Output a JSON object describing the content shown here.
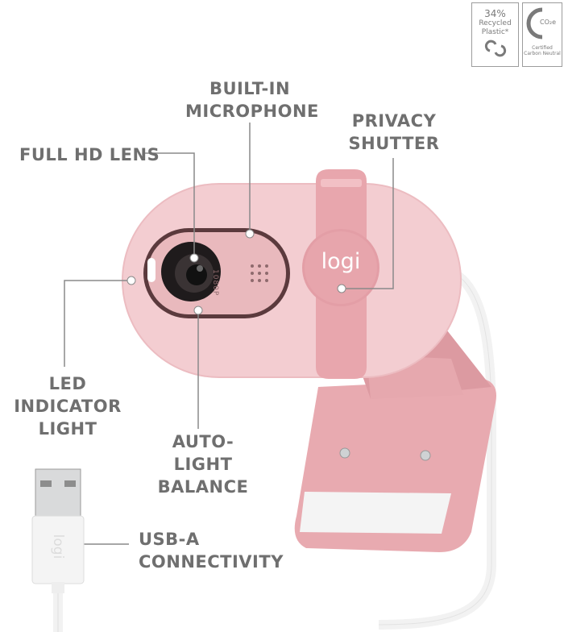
{
  "badges": {
    "recycled": {
      "line1": "34%",
      "line2": "Recycled",
      "line3": "Plastic*"
    },
    "carbon": {
      "co2": "CO₂e",
      "caption1": "Certified",
      "caption2": "Carbon Neutral"
    }
  },
  "callouts": {
    "microphone": [
      "BUILT-IN",
      "MICROPHONE"
    ],
    "privacy": [
      "PRIVACY",
      "SHUTTER"
    ],
    "lens": "FULL HD LENS",
    "led": [
      "LED INDICATOR",
      "LIGHT"
    ],
    "autolight": [
      "AUTO-LIGHT",
      "BALANCE"
    ],
    "usb": [
      "USB-A",
      "CONNECTIVITY"
    ]
  },
  "product": {
    "shutter_logo": "logi",
    "resolution_mark": "1080P",
    "plug_logo": "logi"
  },
  "colors": {
    "rose": "#f2cdd0",
    "rose_dark": "#e6a5ab",
    "shutter": "#e8a9af",
    "cable": "#f4f4f4",
    "label_gray": "#6f6f6f"
  }
}
